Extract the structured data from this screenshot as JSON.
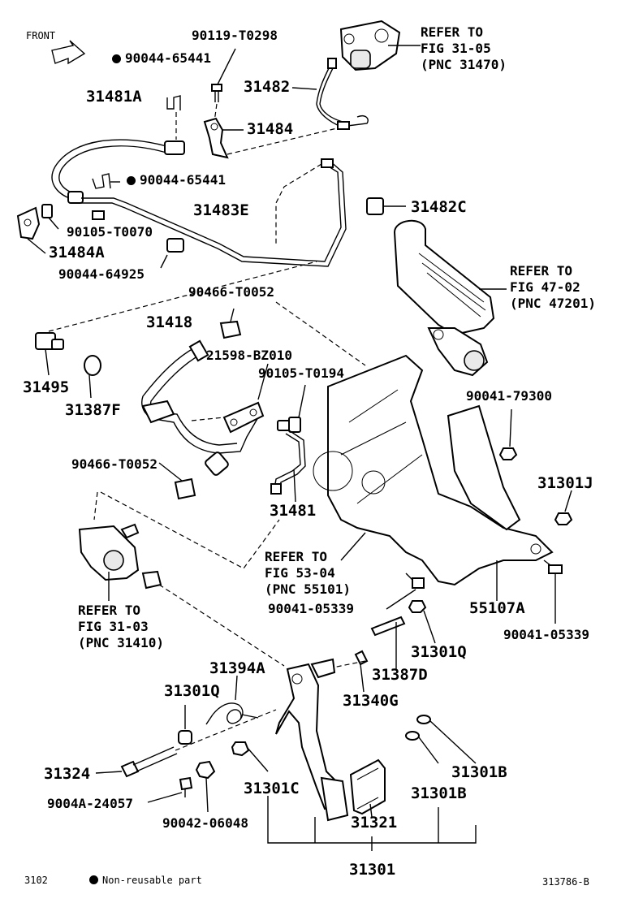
{
  "diagram": {
    "front_label": "FRONT",
    "footer": {
      "left_code": "3102",
      "legend": "Non-reusable part",
      "right_code": "313786-B"
    },
    "parts": {
      "p_31481A": "31481A",
      "p_90044_65441_a": "90044-65441",
      "p_90119_T0298": "90119-T0298",
      "p_31482": "31482",
      "p_31484": "31484",
      "p_90044_65441_b": "90044-65441",
      "p_31483E": "31483E",
      "p_31482C": "31482C",
      "p_90105_T0070": "90105-T0070",
      "p_31484A": "31484A",
      "p_90044_64925": "90044-64925",
      "p_90466_T0052_a": "90466-T0052",
      "p_31418": "31418",
      "p_21598_BZ010": "21598-BZ010",
      "p_90105_T0194": "90105-T0194",
      "p_31495": "31495",
      "p_31387F": "31387F",
      "p_90041_79300": "90041-79300",
      "p_90466_T0052_b": "90466-T0052",
      "p_31301J": "31301J",
      "p_31481": "31481",
      "p_90041_05339_a": "90041-05339",
      "p_55107A": "55107A",
      "p_90041_05339_b": "90041-05339",
      "p_31301Q_a": "31301Q",
      "p_31394A": "31394A",
      "p_31387D": "31387D",
      "p_31301Q_b": "31301Q",
      "p_31340G": "31340G",
      "p_31324": "31324",
      "p_31301B_a": "31301B",
      "p_31301C": "31301C",
      "p_31301B_b": "31301B",
      "p_9004A_24057": "9004A-24057",
      "p_90042_06048": "90042-06048",
      "p_31321": "31321",
      "p_31301": "31301"
    },
    "refs": {
      "fig_31_05": [
        "REFER TO",
        "FIG 31-05",
        "(PNC 31470)"
      ],
      "fig_47_02": [
        "REFER TO",
        "FIG 47-02",
        "(PNC 47201)"
      ],
      "fig_53_04": [
        "REFER TO",
        "FIG 53-04",
        "(PNC 55101)"
      ],
      "fig_31_03": [
        "REFER TO",
        "FIG 31-03",
        "(PNC 31410)"
      ]
    }
  }
}
